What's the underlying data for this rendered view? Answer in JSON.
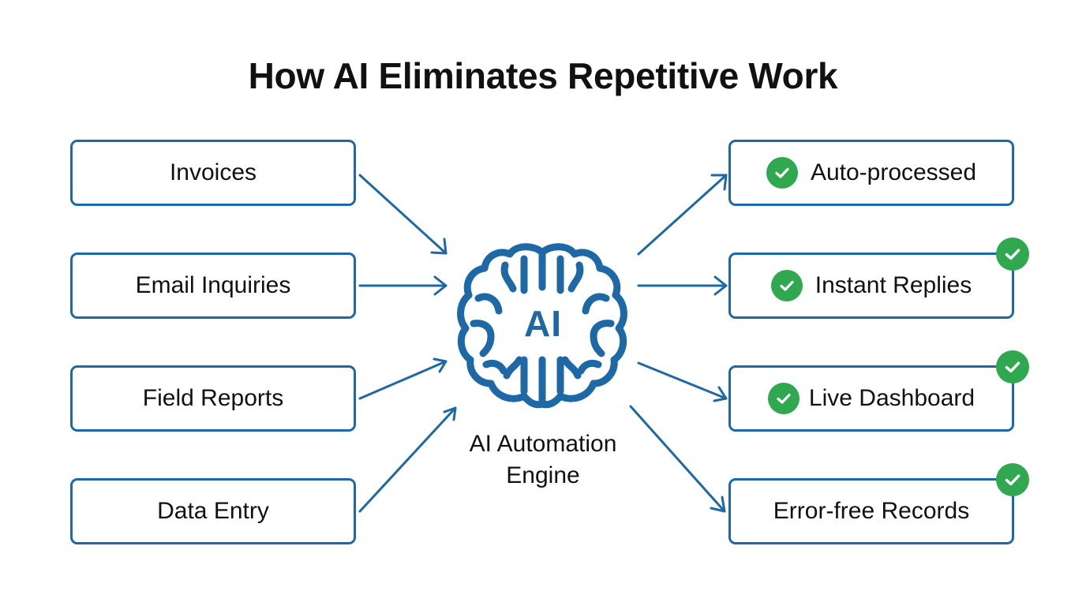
{
  "title": "How AI Eliminates Repetitive Work",
  "inputs": [
    {
      "label": "Invoices"
    },
    {
      "label": "Email Inquiries"
    },
    {
      "label": "Field Reports"
    },
    {
      "label": "Data Entry"
    }
  ],
  "engine": {
    "center_text": "AI",
    "caption": "AI Automation\nEngine",
    "icon": "brain-icon"
  },
  "outputs": [
    {
      "label": "Auto-processed"
    },
    {
      "label": "Instant Replies"
    },
    {
      "label": "Live Dashboard"
    },
    {
      "label": "Error-free Records"
    }
  ],
  "icons": {
    "check": "check-circle-icon",
    "arrow": "arrow-icon"
  },
  "colors": {
    "primary": "#1e68a6",
    "check": "#2fa84f",
    "text": "#111111",
    "background": "#ffffff"
  }
}
